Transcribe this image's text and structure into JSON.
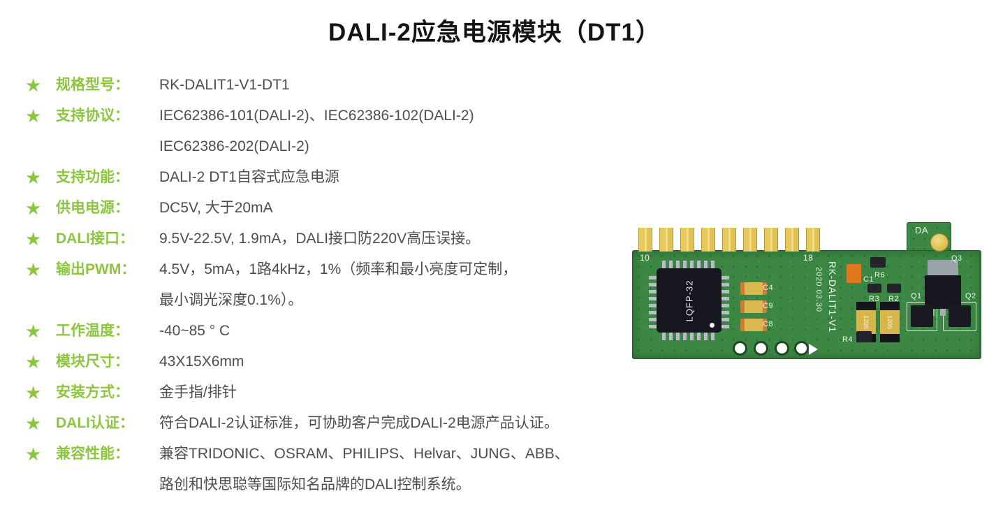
{
  "page": {
    "title": "DALI-2应急电源模块（DT1）"
  },
  "accent_color": "#8CC63F",
  "icons": {
    "star": "★"
  },
  "specs": [
    {
      "label": "规格型号：",
      "lines": [
        "RK-DALIT1-V1-DT1"
      ]
    },
    {
      "label": "支持协议：",
      "lines": [
        "IEC62386-101(DALI-2)、IEC62386-102(DALI-2)",
        "IEC62386-202(DALI-2)"
      ]
    },
    {
      "label": "支持功能：",
      "lines": [
        "DALI-2 DT1自容式应急电源"
      ]
    },
    {
      "label": "供电电源：",
      "lines": [
        "DC5V, 大于20mA"
      ]
    },
    {
      "label": "DALI接口：",
      "lines": [
        "9.5V-22.5V, 1.9mA，DALI接口防220V高压误接。"
      ]
    },
    {
      "label": "输出PWM：",
      "lines": [
        "4.5V，5mA，1路4kHz，1%（频率和最小亮度可定制，",
        "最小调光深度0.1%）。"
      ]
    },
    {
      "label": "工作温度：",
      "lines": [
        "-40~85 ° C"
      ]
    },
    {
      "label": "模块尺寸：",
      "lines": [
        "43X15X6mm"
      ]
    },
    {
      "label": "安装方式：",
      "lines": [
        "金手指/排针"
      ]
    },
    {
      "label": "DALI认证：",
      "lines": [
        "符合DALI-2认证标准，可协助客户完成DALI-2电源产品认证。"
      ]
    },
    {
      "label": "兼容性能：",
      "lines": [
        "兼容TRIDONIC、OSRAM、PHILIPS、Helvar、JUNG、ABB、",
        "路创和快思聪等国际知名品牌的DALI控制系统。"
      ]
    }
  ],
  "pcb": {
    "board_color": "#3c8743",
    "gold_color": "#e2c255",
    "pin_number_left": "10",
    "pin_number_right": "18",
    "chip_marking": "LQFP-32",
    "silkscreen_model": "RK-DALIT1-V1",
    "silkscreen_date": "2020.03.30",
    "da_label": "DA",
    "resistor_marking": "1206",
    "component_labels": {
      "c1": "C1",
      "c4": "C4",
      "c8": "C8",
      "c9": "C9",
      "r2": "R2",
      "r3": "R3",
      "r4": "R4",
      "r6": "R6",
      "q1": "Q1",
      "q2": "Q2",
      "q3": "Q3"
    }
  }
}
